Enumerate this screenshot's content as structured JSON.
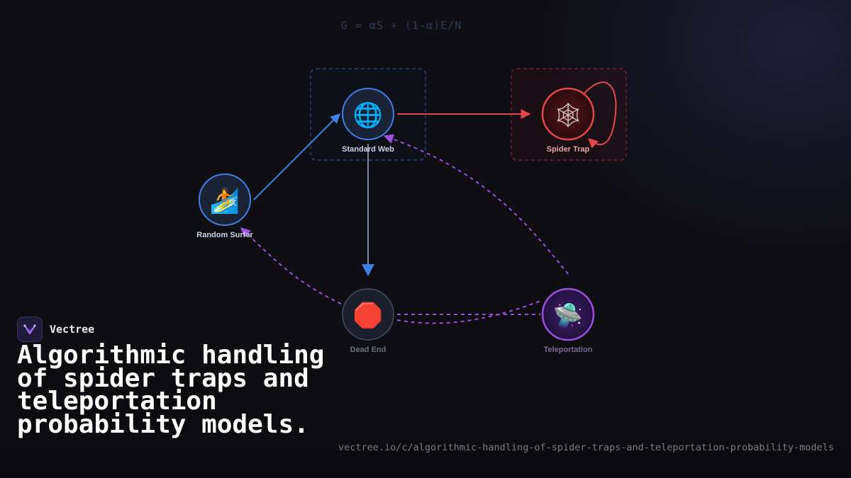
{
  "formula": "G = αS + (1-α)E/N",
  "nodes": {
    "standard_web": {
      "label": "Standard Web",
      "emoji": "🌐"
    },
    "spider_trap": {
      "label": "Spider Trap",
      "emoji": "🕸"
    },
    "random_surfer": {
      "label": "Random Surfer",
      "emoji": "🏄"
    },
    "dead_end": {
      "label": "Dead End",
      "emoji": "🛑"
    },
    "teleportation": {
      "label": "Teleportation",
      "emoji": "🛸"
    }
  },
  "colors": {
    "blue": "#3f7fe6",
    "red": "#e0484a",
    "purple": "#9b4fe0",
    "gray": "#7c8699"
  },
  "brand": {
    "name": "Vectree",
    "icon": "vectree-logo-icon"
  },
  "headline": "Algorithmic handling of spider traps and teleportation probability models.",
  "url": "vectree.io/c/algorithmic-handling-of-spider-traps-and-teleportation-probability-models"
}
